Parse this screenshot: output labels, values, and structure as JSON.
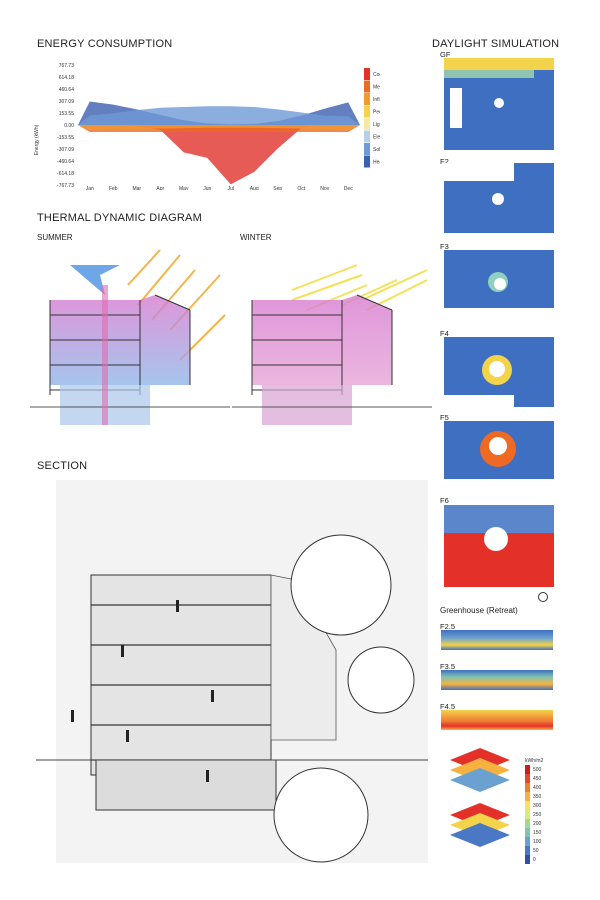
{
  "energy": {
    "title": "ENERGY CONSUMPTION",
    "ylabel": "Energy (kWh)",
    "yticks": [
      "767.73",
      "614.18",
      "460.64",
      "307.09",
      "153.55",
      "0.00",
      "-153.55",
      "-307.09",
      "-460.64",
      "-614.18",
      "-767.73"
    ],
    "months": [
      "Jan",
      "Feb",
      "Mar",
      "Apr",
      "May",
      "Jun",
      "Jul",
      "Aug",
      "Sep",
      "Oct",
      "Nov",
      "Dec"
    ],
    "legend": [
      {
        "label": "Cooling",
        "color": "#e0322a"
      },
      {
        "label": "Mechanical Ventilation",
        "color": "#ee6a24"
      },
      {
        "label": "Infiltration",
        "color": "#f29a2e"
      },
      {
        "label": "People",
        "color": "#f6d24a"
      },
      {
        "label": "Lighting",
        "color": "#f4e9a6"
      },
      {
        "label": "Electric Equipment",
        "color": "#b9cfe8"
      },
      {
        "label": "Solar",
        "color": "#6f9ad6"
      },
      {
        "label": "Heating",
        "color": "#3d5fb0"
      }
    ]
  },
  "chart_data": {
    "type": "area",
    "title": "ENERGY CONSUMPTION",
    "ylabel": "Energy (kWh)",
    "xlabel": "",
    "categories": [
      "Jan",
      "Feb",
      "Mar",
      "Apr",
      "May",
      "Jun",
      "Jul",
      "Aug",
      "Sep",
      "Oct",
      "Nov",
      "Dec"
    ],
    "ylim": [
      -767.73,
      767.73
    ],
    "series": [
      {
        "name": "Heating",
        "values": [
          300,
          260,
          200,
          130,
          60,
          20,
          10,
          15,
          50,
          120,
          210,
          290
        ]
      },
      {
        "name": "Solar",
        "values": [
          120,
          150,
          190,
          220,
          230,
          240,
          240,
          230,
          200,
          160,
          120,
          110
        ]
      },
      {
        "name": "Cooling",
        "values": [
          0,
          0,
          -20,
          -60,
          -350,
          -420,
          -760,
          -600,
          -300,
          -40,
          0,
          0
        ]
      },
      {
        "name": "Mechanical Ventilation",
        "values": [
          -90,
          -90,
          -90,
          -90,
          -90,
          -90,
          -90,
          -90,
          -90,
          -90,
          -90,
          -90
        ]
      },
      {
        "name": "Infiltration",
        "values": [
          -60,
          -55,
          -50,
          -45,
          -40,
          -35,
          -35,
          -35,
          -40,
          -45,
          -55,
          -60
        ]
      }
    ]
  },
  "thermal": {
    "title": "THERMAL DYNAMIC DIAGRAM",
    "summer": "SUMMER",
    "winter": "WINTER"
  },
  "section": {
    "title": "SECTION"
  },
  "daylight": {
    "title": "DAYLIGHT SIMULATION",
    "floors": [
      "GF",
      "F2",
      "F3",
      "F4",
      "F5",
      "F6"
    ],
    "greenhouse_title": "Greenhouse (Retreat)",
    "greenhouse_floors": [
      "F2.5",
      "F3.5",
      "F4.5"
    ],
    "scale_unit": "kWh/m2",
    "scale_values": [
      "500",
      "450",
      "400",
      "350",
      "300",
      "250",
      "200",
      "150",
      "100",
      "50",
      "0"
    ],
    "scale_colors": [
      "#d7191c",
      "#e8452a",
      "#f07d34",
      "#f7b13f",
      "#fbe05a",
      "#d6ec7a",
      "#a4d98c",
      "#7fc3b0",
      "#6aa1d0",
      "#4a78c4",
      "#2f4fa8"
    ]
  }
}
